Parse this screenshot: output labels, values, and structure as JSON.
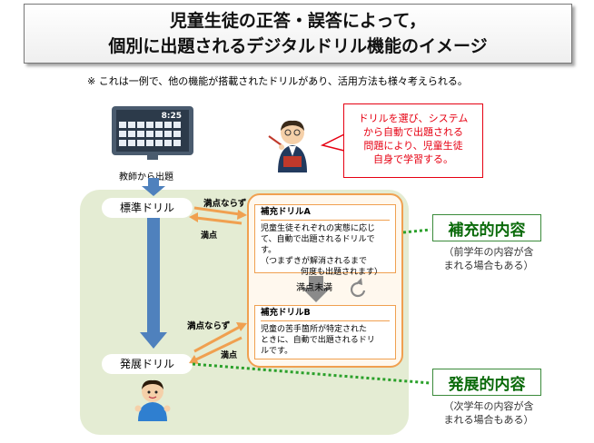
{
  "title": {
    "line1": "児童生徒の正答・誤答によって，",
    "line2": "個別に出題されるデジタルドリル機能のイメージ"
  },
  "note": "※ これは一例で、他の機能が搭載されたドリルがあり、活用方法も様々考えられる。",
  "tv_time": "8:25",
  "teacher_label": "教師から出題",
  "speech": {
    "line1": "ドリルを選び、システム",
    "line2": "から自動で出題される",
    "line3": "問題により、児童生徒",
    "line4": "自身で学習する。"
  },
  "standard_drill": "標準ドリル",
  "advanced_drill": "発展ドリル",
  "labels": {
    "not_full_1": "満点ならず",
    "full_1": "満点",
    "below_full": "満点未満",
    "not_full_2": "満点ならず",
    "full_2": "満点"
  },
  "drill_a": {
    "title": "補充ドリルA",
    "line1": "児童生徒それぞれの実態に応じ",
    "line2": "て、自動で出題されるドリルです。",
    "line3": "（つまずきが解消されるまで",
    "line4": "何度も出題されます）"
  },
  "drill_b": {
    "title": "補充ドリルB",
    "line1": "児童の苦手箇所が特定された",
    "line2": "ときに、自動で出題されるドリ",
    "line3": "ルです。"
  },
  "supplementary": {
    "title": "補充的内容",
    "sub1": "（前学年の内容が含",
    "sub2": "まれる場合もある）"
  },
  "developmental": {
    "title": "発展的内容",
    "sub1": "（次学年の内容が含",
    "sub2": "まれる場合もある）"
  },
  "colors": {
    "green_bg": "#e4ecd3",
    "orange": "#f0a050",
    "blue_arrow": "#4f81bd",
    "red": "#e60012",
    "dotted_green": "#2aa02a"
  }
}
